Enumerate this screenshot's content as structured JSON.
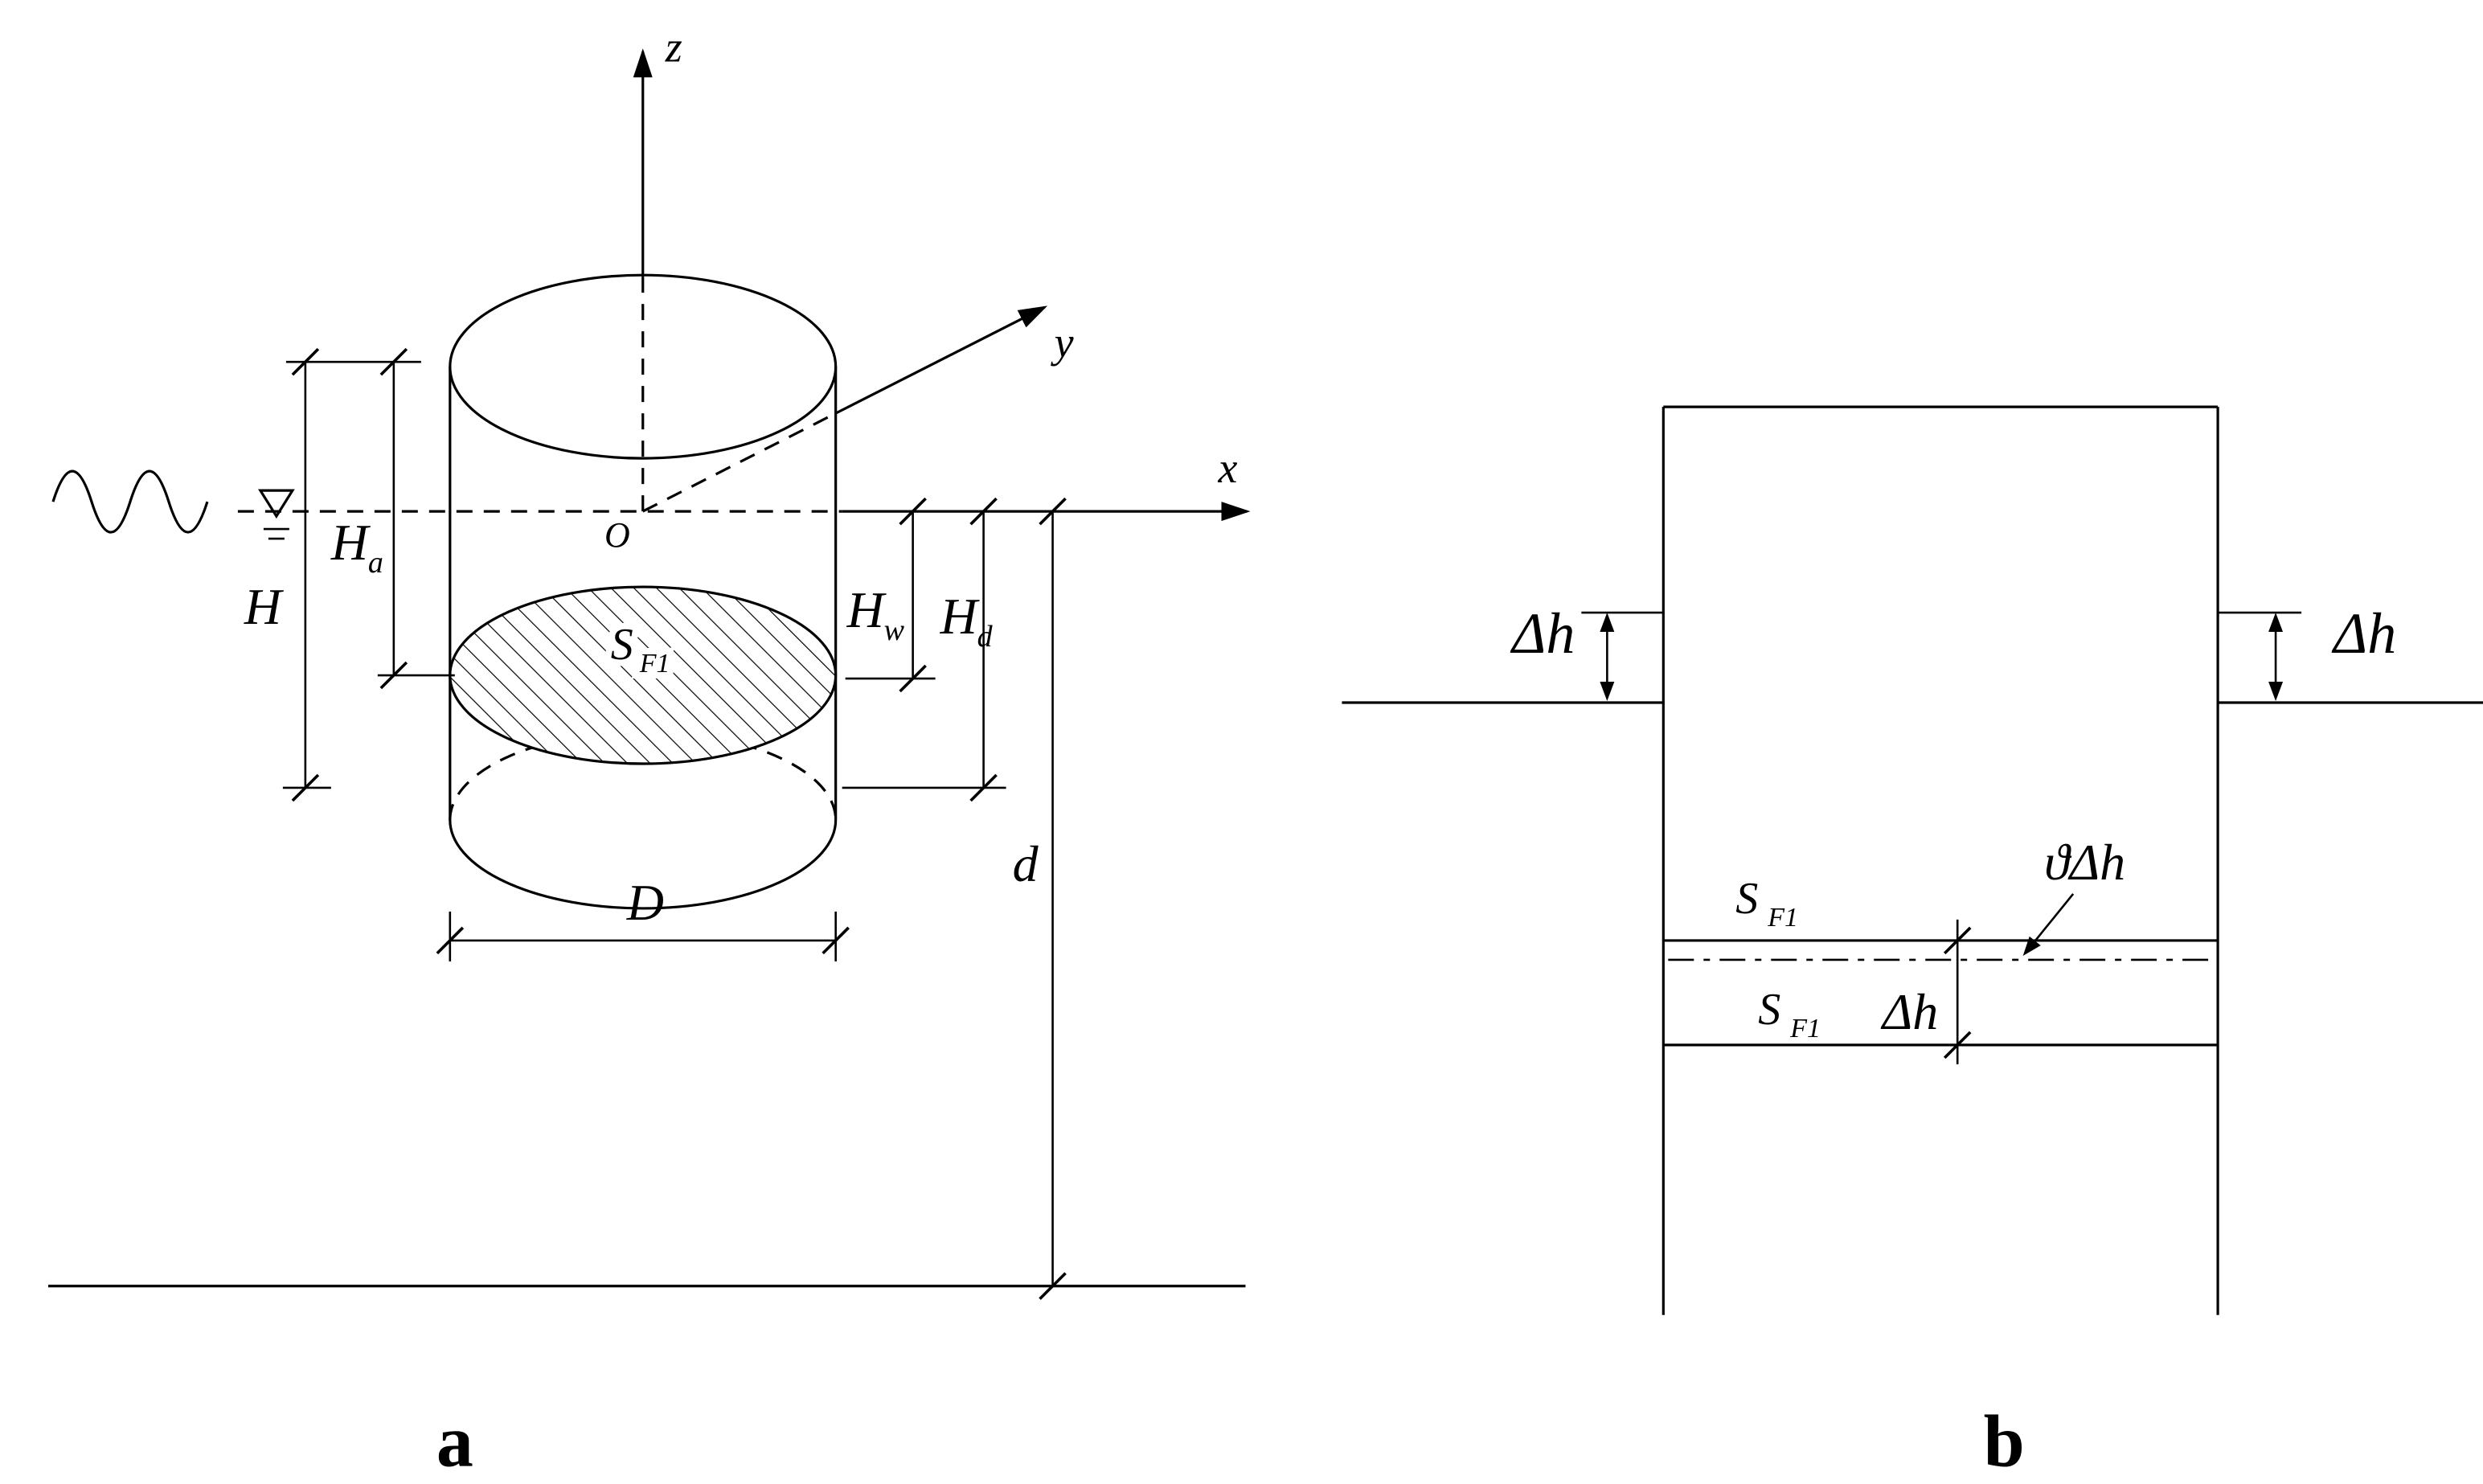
{
  "captions": {
    "a": "a",
    "b": "b"
  },
  "panel_a": {
    "axis_labels": {
      "z": "z",
      "y": "y",
      "x": "x"
    },
    "origin": "O",
    "dim_labels": {
      "H": "H",
      "Ha_base": "H",
      "Ha_sub": "a",
      "Hw_base": "H",
      "Hw_sub": "w",
      "Hd_base": "H",
      "Hd_sub": "d",
      "D": "D",
      "d": "d"
    },
    "section_label": {
      "base": "S",
      "sub": "F1"
    }
  },
  "panel_b": {
    "labels": {
      "dh_left": "Δh",
      "dh_right": "Δh",
      "theta_dh": "ϑΔh",
      "s_upper_base": "S",
      "s_upper_sub": "F1",
      "s_lower_base": "S",
      "s_lower_sub": "F1",
      "dh_inner": "Δh"
    }
  }
}
